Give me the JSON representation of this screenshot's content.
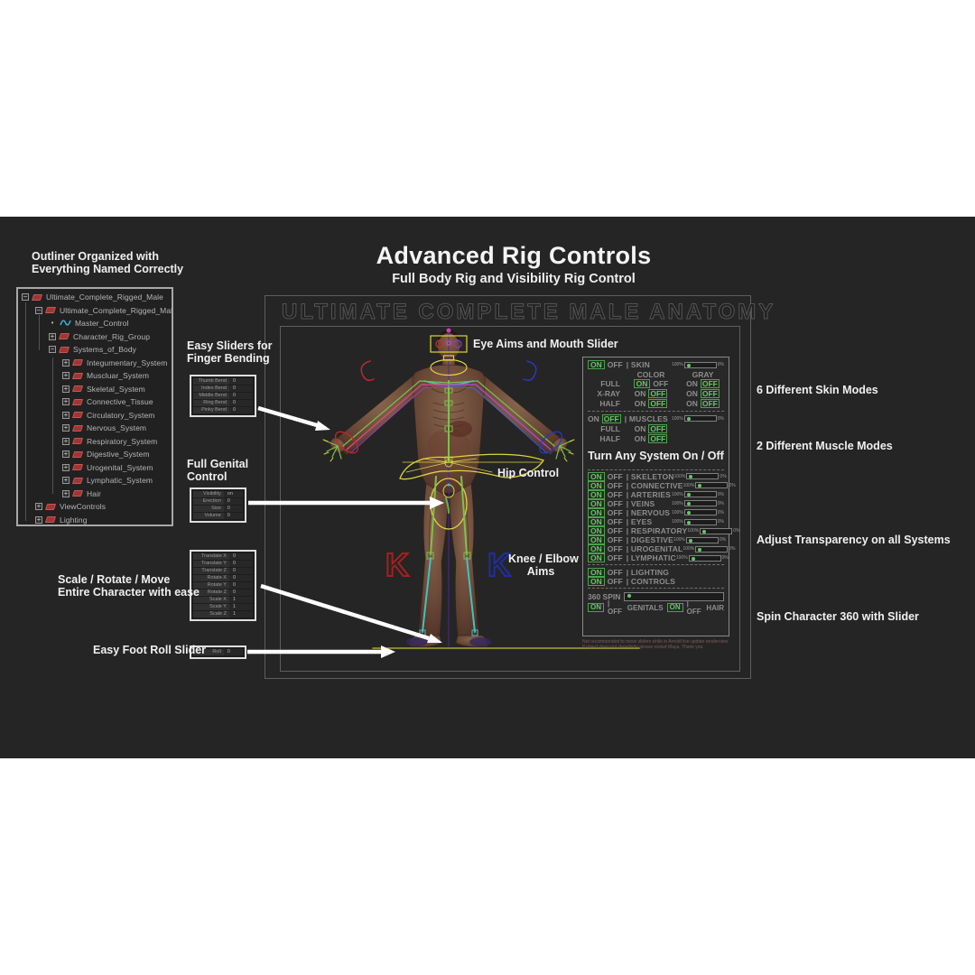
{
  "page": {
    "title": "Advanced Rig Controls",
    "subtitle": "Full Body Rig and Visibility Rig Control",
    "viewport_title": "ULTIMATE COMPLETE MALE ANATOMY"
  },
  "colors": {
    "background": "#252525",
    "accent_green": "#62ca62",
    "control_yellow": "#ddd23e",
    "panel_text": "#8d8d8d"
  },
  "annotations": {
    "outliner_line1": "Outliner Organized with",
    "outliner_line2": "Everything Named Correctly",
    "finger_line1": "Easy Sliders for",
    "finger_line2": "Finger Bending",
    "genital_line1": "Full Genital",
    "genital_line2": "Control",
    "scale_line1": "Scale / Rotate / Move",
    "scale_line2": "Entire Character with ease",
    "foot_roll": "Easy Foot Roll Slider",
    "eye_aims": "Eye Aims and Mouth Slider",
    "hip": "Hip Control",
    "knee_line1": "Knee / Elbow",
    "knee_line2": "Aims",
    "skin_modes": "6 Different Skin Modes",
    "muscle_modes": "2 Different Muscle Modes",
    "turn_any": "Turn Any System On / Off",
    "transparency": "Adjust Transparency on all Systems",
    "spin": "Spin Character 360 with Slider"
  },
  "outliner": {
    "items": [
      {
        "label": "Ultimate_Complete_Rigged_Male"
      },
      {
        "label": "Ultimate_Complete_Rigged_Male"
      },
      {
        "label": "Master_Control"
      },
      {
        "label": "Character_Rig_Group"
      },
      {
        "label": "Systems_of_Body"
      },
      {
        "label": "Integumentary_System"
      },
      {
        "label": "Muscluar_System"
      },
      {
        "label": "Skeletal_System"
      },
      {
        "label": "Connective_Tissue"
      },
      {
        "label": "Circulatory_System"
      },
      {
        "label": "Nervous_System"
      },
      {
        "label": "Respiratory_System"
      },
      {
        "label": "Digestive_System"
      },
      {
        "label": "Urogenital_System"
      },
      {
        "label": "Lymphatic_System"
      },
      {
        "label": "Hair"
      },
      {
        "label": "ViewControls"
      },
      {
        "label": "Lighting"
      }
    ]
  },
  "finger_box": {
    "rows": [
      {
        "label": "Thumb Bend",
        "value": "0"
      },
      {
        "label": "Index Bend",
        "value": "0"
      },
      {
        "label": "Middle Bend",
        "value": "0"
      },
      {
        "label": "Ring Bend",
        "value": "0"
      },
      {
        "label": "Pinky Bend",
        "value": "0"
      }
    ]
  },
  "genital_box": {
    "rows": [
      {
        "label": "Visibility",
        "value": "on"
      },
      {
        "label": "Erection",
        "value": "0"
      },
      {
        "label": "Size",
        "value": "0"
      },
      {
        "label": "Volume",
        "value": "0"
      }
    ]
  },
  "transform_box": {
    "rows": [
      {
        "label": "Translate X",
        "value": "0"
      },
      {
        "label": "Translate Y",
        "value": "0"
      },
      {
        "label": "Translate Z",
        "value": "0"
      },
      {
        "label": "Rotate X",
        "value": "0"
      },
      {
        "label": "Rotate Y",
        "value": "0"
      },
      {
        "label": "Rotate Z",
        "value": "0"
      },
      {
        "label": "Scale X",
        "value": "1"
      },
      {
        "label": "Scale Y",
        "value": "1"
      },
      {
        "label": "Scale Z",
        "value": "1"
      }
    ]
  },
  "foot_box": {
    "rows": [
      {
        "label": "Roll",
        "value": "0"
      }
    ]
  },
  "panel": {
    "skin": {
      "on": "ON",
      "off": "OFF",
      "name": "| SKIN",
      "left_pct": "100%",
      "right_pct": "0%",
      "col1": "COLOR",
      "col2": "GRAY",
      "rows": [
        {
          "label": "FULL",
          "c_on": "ON",
          "c_off": "OFF",
          "g_on": "ON",
          "g_off": "OFF"
        },
        {
          "label": "X-RAY",
          "c_on": "ON",
          "c_off": "OFF",
          "g_on": "ON",
          "g_off": "OFF"
        },
        {
          "label": "HALF",
          "c_on": "ON",
          "c_off": "OFF",
          "g_on": "ON",
          "g_off": "OFF"
        }
      ]
    },
    "muscles": {
      "on": "ON",
      "off": "OFF",
      "name": "| MUSCLES",
      "left_pct": "100%",
      "right_pct": "0%",
      "rows": [
        {
          "label": "FULL",
          "on": "ON",
          "off": "OFF"
        },
        {
          "label": "HALF",
          "on": "ON",
          "off": "OFF"
        }
      ]
    },
    "systems": [
      {
        "on": "ON",
        "off": "OFF",
        "name": "| SKELETON",
        "left_pct": "100%",
        "right_pct": "0%"
      },
      {
        "on": "ON",
        "off": "OFF",
        "name": "| CONNECTIVE",
        "left_pct": "100%",
        "right_pct": "0%"
      },
      {
        "on": "ON",
        "off": "OFF",
        "name": "| ARTERIES",
        "left_pct": "100%",
        "right_pct": "0%"
      },
      {
        "on": "ON",
        "off": "OFF",
        "name": "| VEINS",
        "left_pct": "100%",
        "right_pct": "0%"
      },
      {
        "on": "ON",
        "off": "OFF",
        "name": "| NERVOUS",
        "left_pct": "100%",
        "right_pct": "0%"
      },
      {
        "on": "ON",
        "off": "OFF",
        "name": "| EYES",
        "left_pct": "100%",
        "right_pct": "0%"
      },
      {
        "on": "ON",
        "off": "OFF",
        "name": "| RESPIRATORY",
        "left_pct": "100%",
        "right_pct": "0%"
      },
      {
        "on": "ON",
        "off": "OFF",
        "name": "| DIGESTIVE",
        "left_pct": "100%",
        "right_pct": "0%"
      },
      {
        "on": "ON",
        "off": "OFF",
        "name": "| UROGENITAL",
        "left_pct": "100%",
        "right_pct": "0%"
      },
      {
        "on": "ON",
        "off": "OFF",
        "name": "| LYMPHATIC",
        "left_pct": "100%",
        "right_pct": "0%"
      }
    ],
    "extras": [
      {
        "on": "ON",
        "off": "OFF",
        "name": "| LIGHTING"
      },
      {
        "on": "ON",
        "off": "OFF",
        "name": "| CONTROLS"
      }
    ],
    "spin": {
      "label": "360 SPIN"
    },
    "bottom": {
      "on1": "ON",
      "off1": "| OFF",
      "genitals": "GENITALS",
      "on2": "ON",
      "off2": "| OFF",
      "hair": "HAIR"
    },
    "footnote1": "Not recommended to move sliders while in Arnold live update renderview.",
    "footnote2": "If object does not show/hide please restart Maya.  Thank you"
  }
}
